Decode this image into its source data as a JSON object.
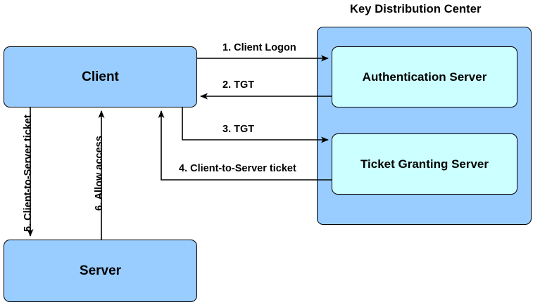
{
  "diagram": {
    "title": "Key Distribution Center",
    "type": "kerberos-authentication-flow",
    "colors": {
      "node_blue": "#99ccff",
      "node_cyan": "#ccffff",
      "stroke": "#000000",
      "background": "#ffffff"
    },
    "nodes": [
      {
        "id": "client",
        "label": "Client"
      },
      {
        "id": "server",
        "label": "Server"
      },
      {
        "id": "kdc",
        "label": "Key Distribution Center"
      },
      {
        "id": "authentication-server",
        "label": "Authentication Server"
      },
      {
        "id": "ticket-granting-server",
        "label": "Ticket Granting Server"
      }
    ],
    "flows": [
      {
        "step": 1,
        "label": "1. Client Logon",
        "from": "client",
        "to": "authentication-server",
        "direction": "right"
      },
      {
        "step": 2,
        "label": "2. TGT",
        "from": "authentication-server",
        "to": "client",
        "direction": "left"
      },
      {
        "step": 3,
        "label": "3. TGT",
        "from": "client",
        "to": "ticket-granting-server",
        "direction": "right"
      },
      {
        "step": 4,
        "label": "4. Client-to-Server ticket",
        "from": "ticket-granting-server",
        "to": "client",
        "direction": "left"
      },
      {
        "step": 5,
        "label": "5. Client-to-Server ticket",
        "from": "client",
        "to": "server",
        "direction": "down"
      },
      {
        "step": 6,
        "label": "6. Allow access",
        "from": "server",
        "to": "client",
        "direction": "up"
      }
    ]
  }
}
